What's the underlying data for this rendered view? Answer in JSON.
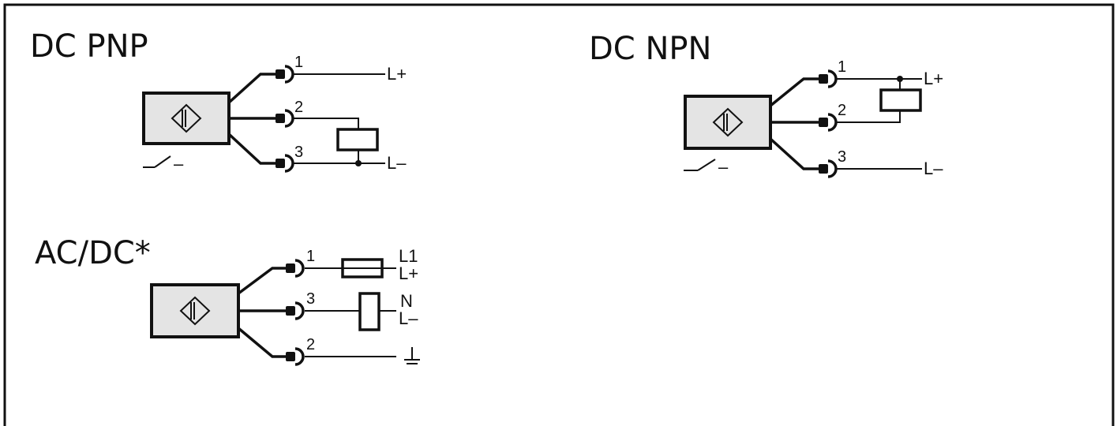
{
  "diagrams": {
    "pnp": {
      "title": "DC PNP",
      "pins": [
        "1",
        "2",
        "3"
      ],
      "terminals": [
        "L+",
        "L–"
      ],
      "output_mark": "–"
    },
    "npn": {
      "title": "DC NPN",
      "pins": [
        "1",
        "2",
        "3"
      ],
      "terminals": [
        "L+",
        "L–"
      ],
      "output_mark": "–"
    },
    "acdc": {
      "title": "AC/DC*",
      "pins": [
        "1",
        "3",
        "2"
      ],
      "terminals": [
        "L1",
        "L+",
        "N",
        "L–"
      ]
    }
  },
  "icons": [
    "sensor-body-icon",
    "connector-icon",
    "load-relay-icon",
    "fuse-icon",
    "ground-icon",
    "switch-contact-icon"
  ]
}
